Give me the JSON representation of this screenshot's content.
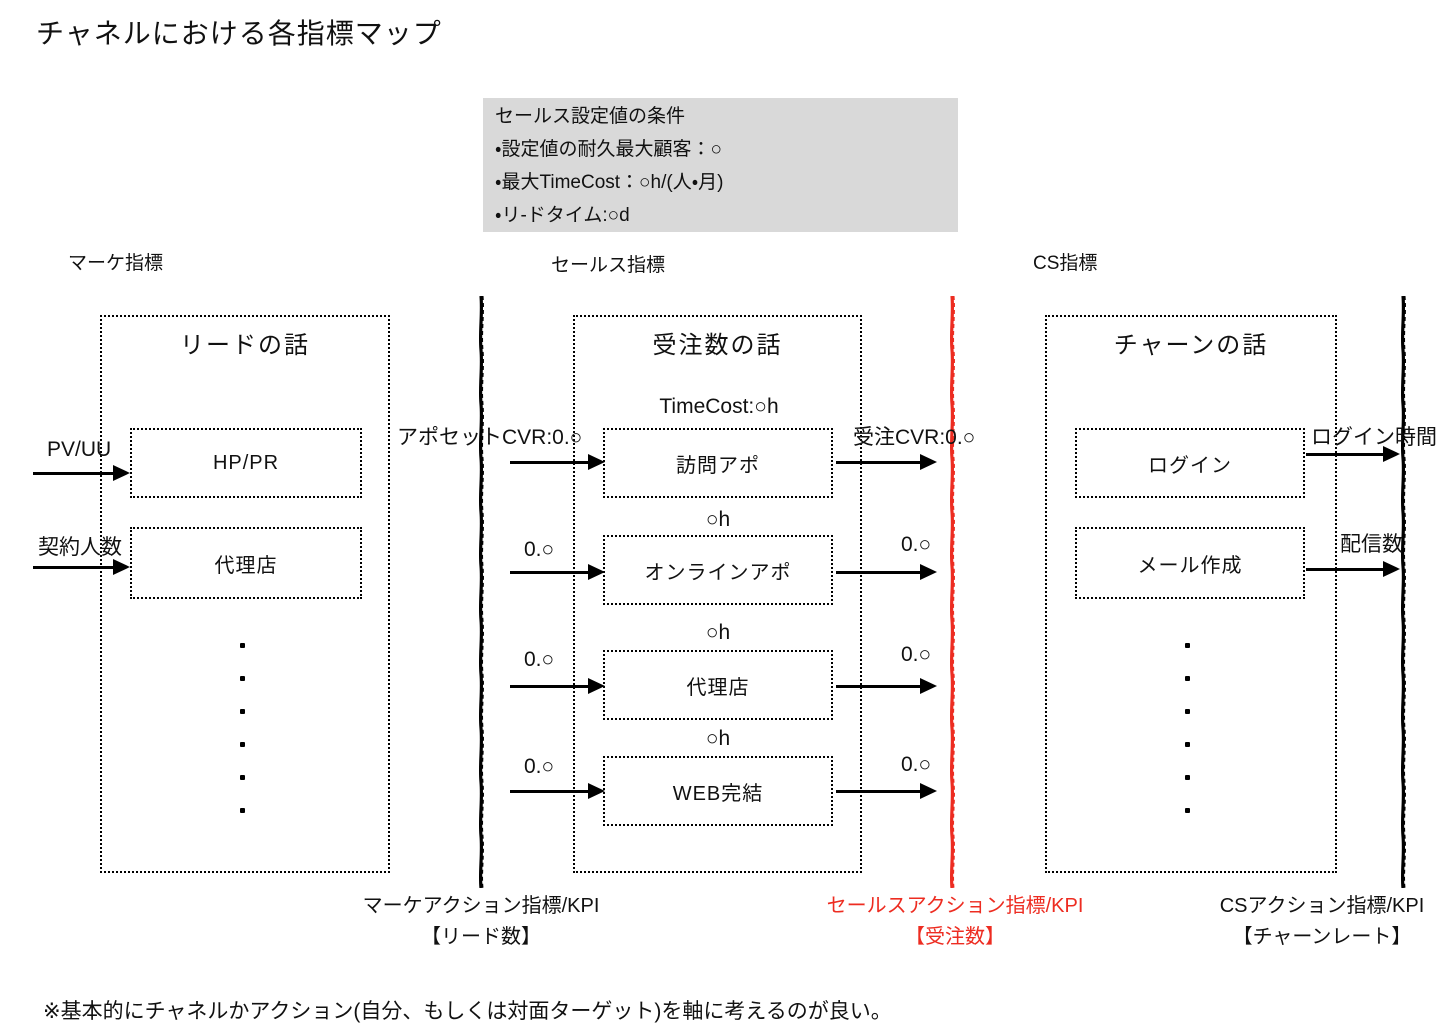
{
  "title": "チャネルにおける各指標マップ",
  "conditions_box": {
    "title": "セールス設定値の条件",
    "items": [
      "・設定値の耐久最大顧客：○",
      "・最大TimeCost：○h/(人・月)",
      "・リ-ドタイム:○d"
    ]
  },
  "columns": [
    {
      "header": "マーケ指標",
      "box_title": "リードの話",
      "nodes": [
        "HP/PR",
        "代理店"
      ],
      "input_labels": [
        "PV/UU",
        "契約人数"
      ],
      "kpi_line1": "マーケアクション指標/KPI",
      "kpi_line2": "【リード数】"
    },
    {
      "header": "セールス指標",
      "box_title": "受注数の話",
      "nodes": [
        "訪問アポ",
        "オンラインアポ",
        "代理店",
        "WEB完結"
      ],
      "timecost_label": "TimeCost:○h",
      "hour_labels": [
        "○h",
        "○h",
        "○h"
      ],
      "in_cvr_label": "アポセットCVR:0.○",
      "out_cvr_label": "受注CVR:0.○",
      "in_values": [
        "0.○",
        "0.○",
        "0.○"
      ],
      "out_values": [
        "0.○",
        "0.○",
        "0.○"
      ],
      "kpi_line1": "セールスアクション指標/KPI",
      "kpi_line2": "【受注数】"
    },
    {
      "header": "CS指標",
      "box_title": "チャーンの話",
      "nodes": [
        "ログイン",
        "メール作成"
      ],
      "output_labels": [
        "ログイン時間",
        "配信数"
      ],
      "kpi_line1": "CSアクション指標/KPI",
      "kpi_line2": "【チャーンレート】"
    }
  ],
  "footnote": "※基本的にチャネルかアクション(自分、もしくは対面ターゲット)を軸に考えるのが良い。",
  "colors": {
    "accent_red": "#ed2c21",
    "line_black": "#000000",
    "note_bg": "#d9d9d9"
  }
}
